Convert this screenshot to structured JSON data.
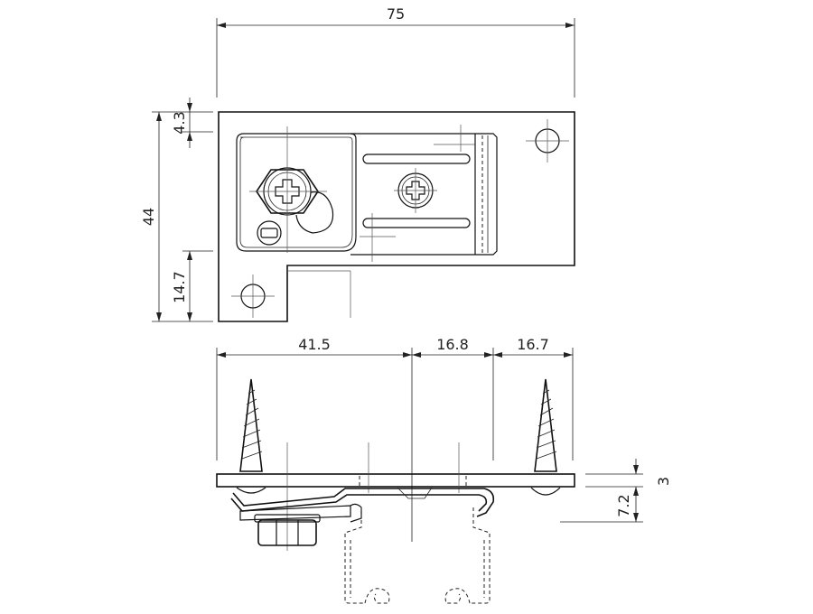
{
  "dimensions": {
    "top_overall_width": "75",
    "top_total_height": "44",
    "top_offset_small": "4.3",
    "top_lower_height": "14.7",
    "side_segment_1": "41.5",
    "side_segment_2": "16.8",
    "side_segment_3": "16.7",
    "side_plate_thickness": "3",
    "side_drop_height": "7.2"
  }
}
